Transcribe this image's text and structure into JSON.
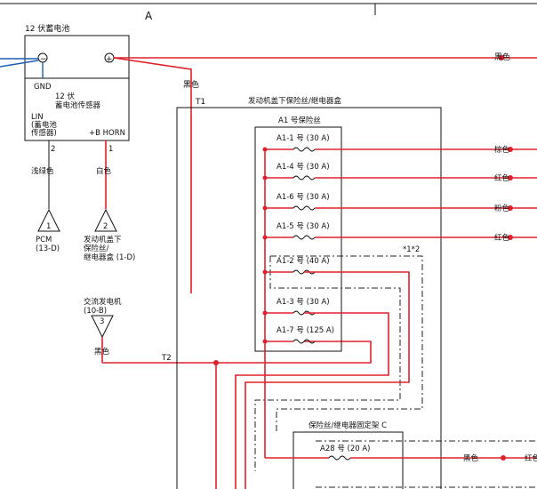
{
  "header": {
    "zone_label": "A"
  },
  "battery": {
    "title": "12 伏蓄电池",
    "gnd_label": "GND",
    "sensor_label_line1": "12 伏",
    "sensor_label_line2": "蓄电池传感器",
    "lin_label_line1": "LIN",
    "lin_label_line2": "(蓄电池",
    "lin_label_line3": "传感器)",
    "horn_label": "+B HORN",
    "pin_lin": "2",
    "pin_horn": "1",
    "minus_symbol": "−",
    "plus_symbol": "+"
  },
  "wires": {
    "main_color": "黑色",
    "drop_color": "黑色",
    "lin_color": "浅绿色",
    "horn_color": "白色",
    "alt_color": "黑色",
    "t1": "T1",
    "t2": "T2",
    "out_a1_1": "棕色",
    "out_a1_4": "红色",
    "out_a1_6": "粉色",
    "out_a1_5": "红色",
    "out_a28_1": "黑色",
    "out_a28_2": "红色"
  },
  "connectors": {
    "pcm": {
      "pin": "1",
      "name": "PCM",
      "ref": "(13-D)"
    },
    "underhood": {
      "pin": "2",
      "line1": "发动机盖下",
      "line2": "保险丝/",
      "line3": "继电器盒 (1-D)"
    },
    "alternator": {
      "pin": "3",
      "name": "交流发电机",
      "ref": "(10-B)"
    }
  },
  "fuse_box": {
    "title": "发动机盖下保险丝/继电器盒",
    "group_title": "A1 号保险丝",
    "option_note": "*1*2",
    "fuses": [
      {
        "label": "A1-1 号 (30 A)"
      },
      {
        "label": "A1-4 号 (30 A)"
      },
      {
        "label": "A1-6 号 (30 A)"
      },
      {
        "label": "A1-5 号 (30 A)"
      },
      {
        "label": "A1-2 号 (40 A)"
      },
      {
        "label": "A1-3 号 (30 A)"
      },
      {
        "label": "A1-7 号 (125 A)"
      }
    ]
  },
  "bracket": {
    "title": "保险丝/继电器固定架 C",
    "fuse_label": "A28 号 (20 A)"
  }
}
